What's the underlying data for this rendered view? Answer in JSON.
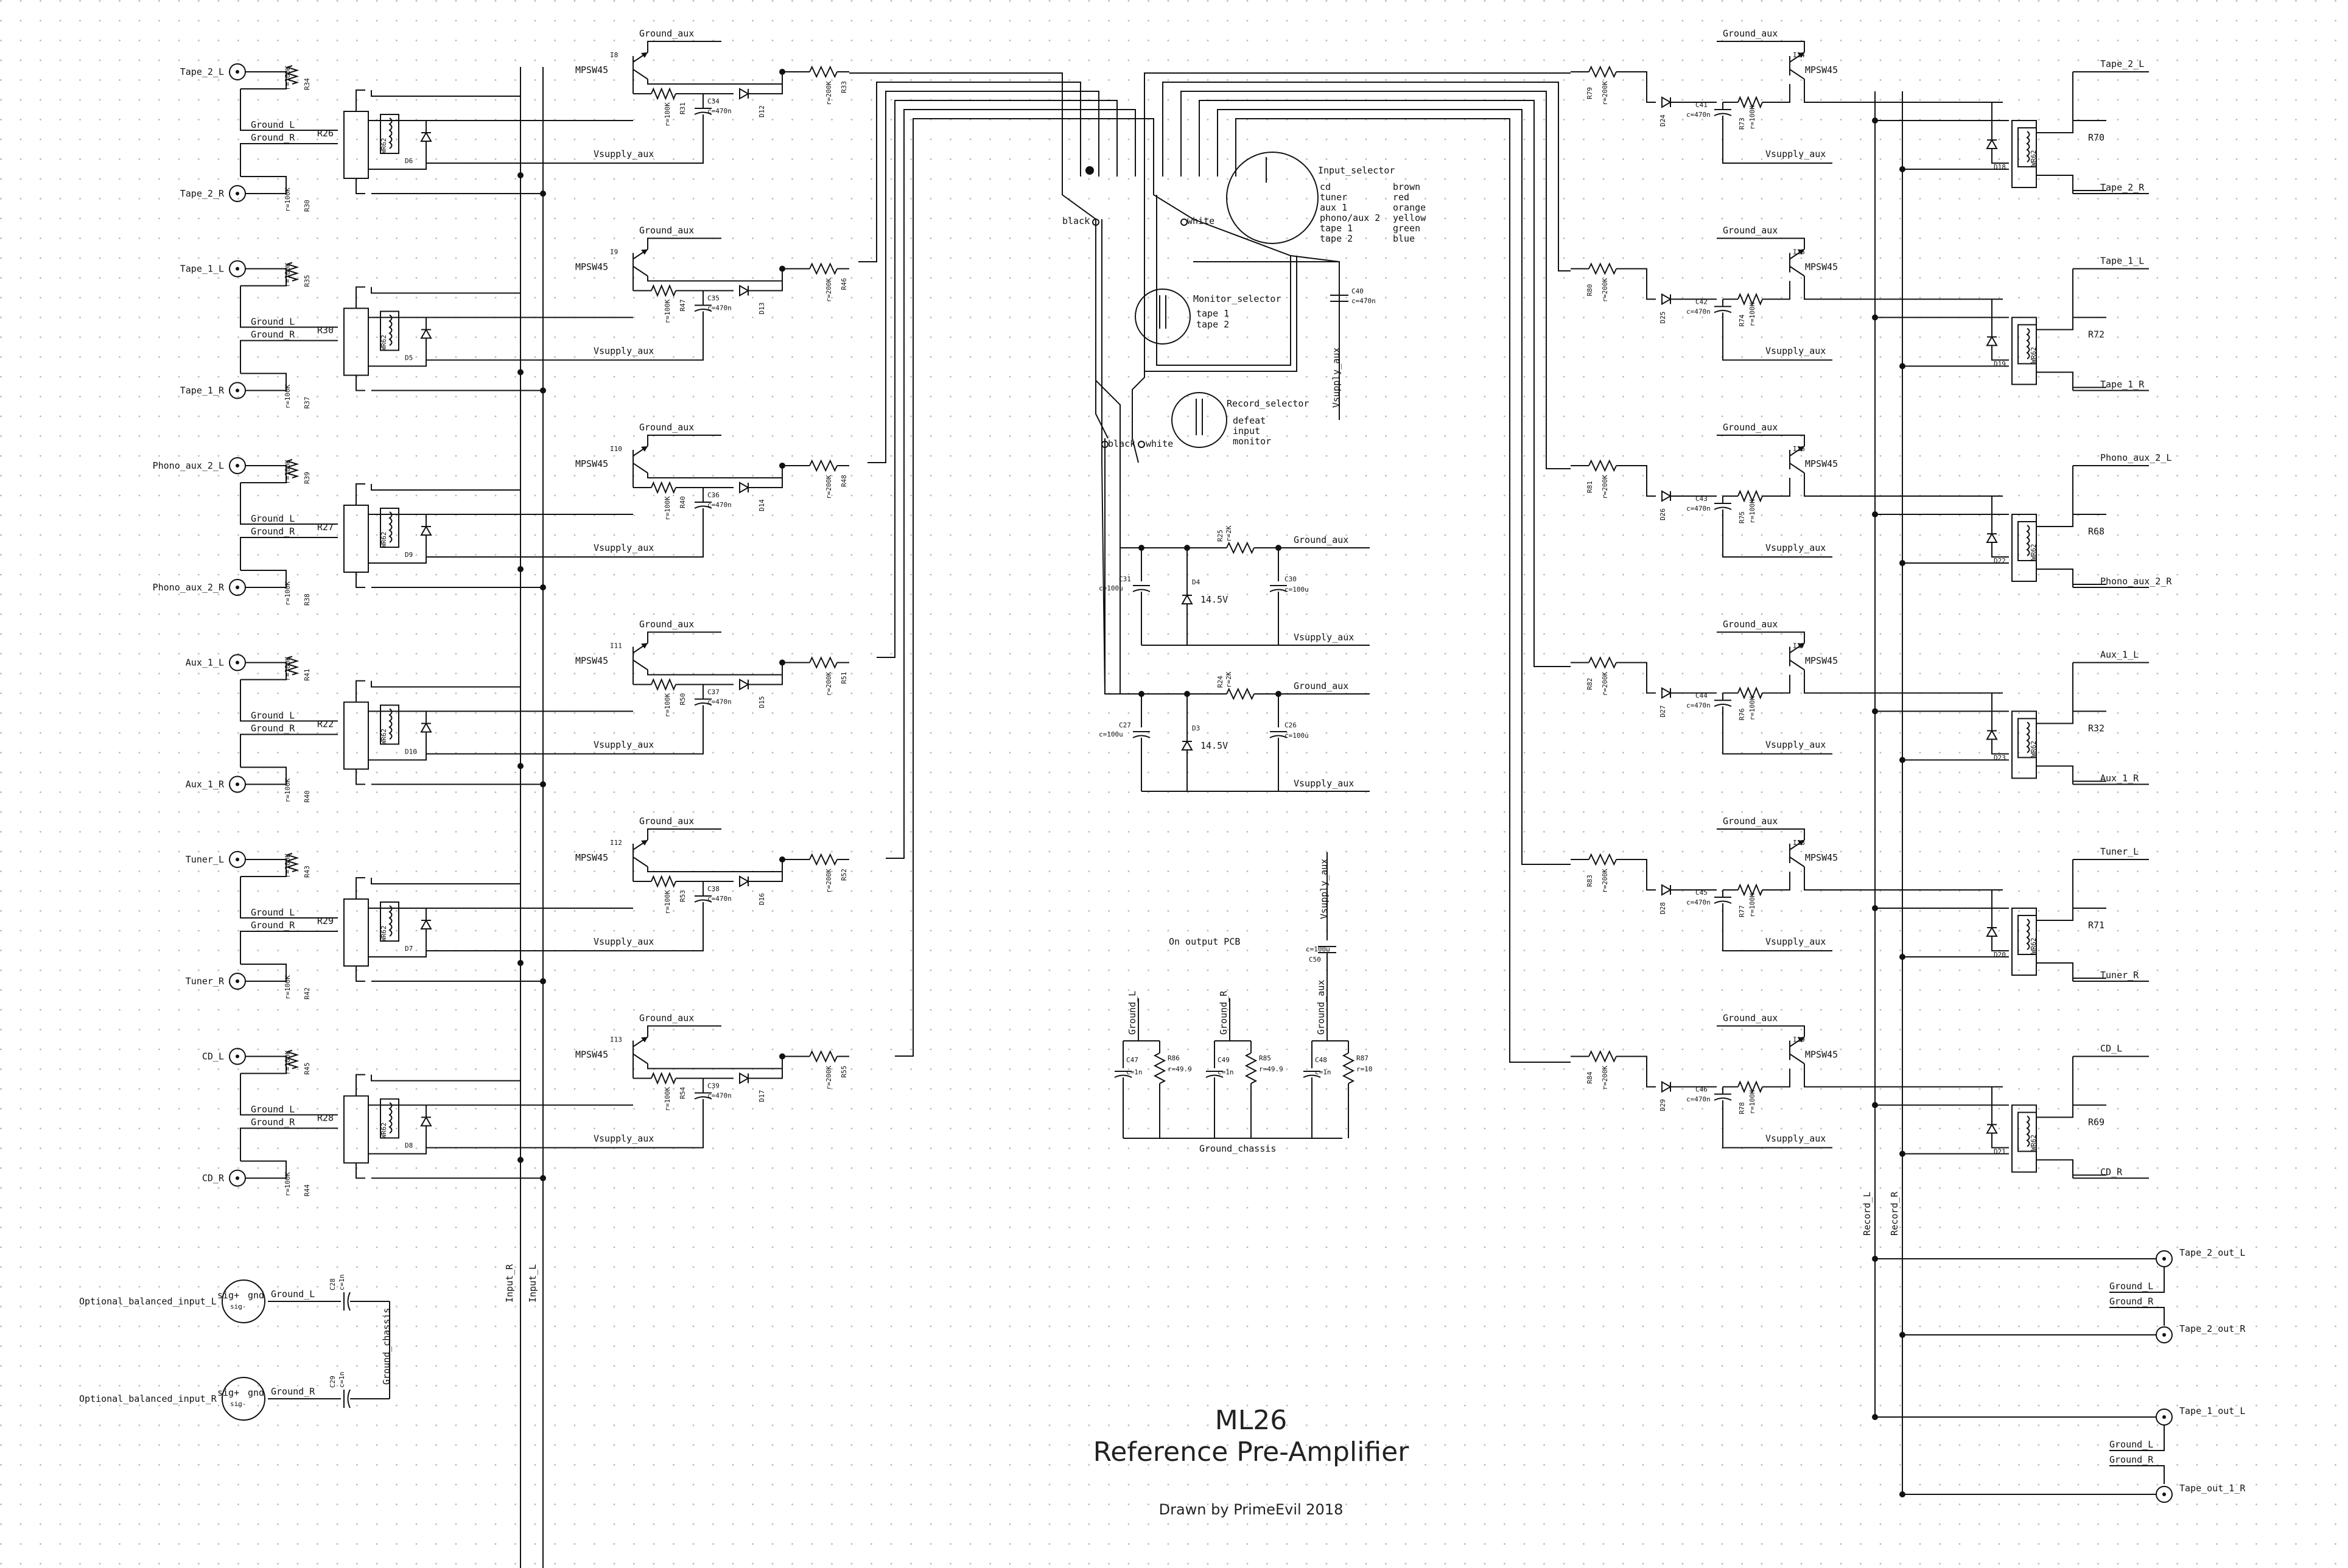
{
  "schematic": {
    "title": "ML26",
    "subtitle": "Reference Pre-Amplifier",
    "credit": "Drawn by PrimeEvil 2018",
    "gnd_aux": "Ground_aux",
    "vsup_aux": "Vsupply_aux",
    "gnd_l": "Ground_L",
    "gnd_r": "Ground_R",
    "gnd_chassis": "Ground_chassis",
    "input_l": "Input_L",
    "input_r": "Input_R",
    "record_l": "Record_L",
    "record_r": "Record_R",
    "mpsw": "MPSW45",
    "relay_type": "WR62",
    "black": "black",
    "white": "white",
    "input_stages": [
      {
        "top": "Tape_2_L",
        "bot": "Tape_2_R",
        "relay": "R26",
        "q": "I8",
        "diode": "D6",
        "rt": "R34",
        "rb": "R30",
        "rb2": "R31",
        "cap": "C34",
        "dz": "D12",
        "rs": "R33"
      },
      {
        "top": "Tape_1_L",
        "bot": "Tape_1_R",
        "relay": "R30",
        "q": "I9",
        "diode": "D5",
        "rt": "R35",
        "rb": "R37",
        "rb2": "R47",
        "cap": "C35",
        "dz": "D13",
        "rs": "R46"
      },
      {
        "top": "Phono_aux_2_L",
        "bot": "Phono_aux_2_R",
        "relay": "R27",
        "q": "I10",
        "diode": "D9",
        "rt": "R39",
        "rb": "R38",
        "rb2": "R40",
        "cap": "C36",
        "dz": "D14",
        "rs": "R48"
      },
      {
        "top": "Aux_1_L",
        "bot": "Aux_1_R",
        "relay": "R22",
        "q": "I11",
        "diode": "D10",
        "rt": "R41",
        "rb": "R40",
        "rb2": "R50",
        "cap": "C37",
        "dz": "D15",
        "rs": "R51"
      },
      {
        "top": "Tuner_L",
        "bot": "Tuner_R",
        "relay": "R29",
        "q": "I12",
        "diode": "D7",
        "rt": "R43",
        "rb": "R42",
        "rb2": "R53",
        "cap": "C38",
        "dz": "D16",
        "rs": "R52"
      },
      {
        "top": "CD_L",
        "bot": "CD_R",
        "relay": "R28",
        "q": "I13",
        "diode": "D8",
        "rt": "R45",
        "rb": "R44",
        "rb2": "R54",
        "cap": "C39",
        "dz": "D17",
        "rs": "R55"
      }
    ],
    "output_stages": [
      {
        "top": "Tape_2_L",
        "bot": "Tape_2_R",
        "relay": "R70",
        "q": "I14",
        "diode": "D18",
        "rs": "R79",
        "rb": "R73",
        "cap": "C41",
        "dz": "D24"
      },
      {
        "top": "Tape_1_L",
        "bot": "Tape_1_R",
        "relay": "R72",
        "q": "I15",
        "diode": "D19",
        "rs": "R80",
        "rb": "R74",
        "cap": "C42",
        "dz": "D25"
      },
      {
        "top": "Phono_aux_2_L",
        "bot": "Phono_aux_2_R",
        "relay": "R68",
        "q": "I16",
        "diode": "D22",
        "rs": "R81",
        "rb": "R75",
        "cap": "C43",
        "dz": "D26"
      },
      {
        "top": "Aux_1_L",
        "bot": "Aux_1_R",
        "relay": "R32",
        "q": "I17",
        "diode": "D23",
        "rs": "R82",
        "rb": "R76",
        "cap": "C44",
        "dz": "D27"
      },
      {
        "top": "Tuner_L",
        "bot": "Tuner_R",
        "relay": "R71",
        "q": "I18",
        "diode": "D20",
        "rs": "R83",
        "rb": "R77",
        "cap": "C45",
        "dz": "D28"
      },
      {
        "top": "CD_L",
        "bot": "CD_R",
        "relay": "R69",
        "q": "I19",
        "diode": "D21",
        "rs": "R84",
        "rb": "R78",
        "cap": "C46",
        "dz": "D29"
      }
    ],
    "val_100k": "r=100K",
    "val_200k": "r=200K",
    "val_470n": "c=470n",
    "val_100u": "c=100u",
    "val_2k": "r=2K",
    "val_1n": "c=1n",
    "val_49": "r=49.9",
    "val_10": "r=10",
    "zener_v": "14.5V",
    "input_selector": {
      "title": "Input_selector",
      "rows": [
        {
          "name": "cd",
          "color": "brown"
        },
        {
          "name": "tuner",
          "color": "red"
        },
        {
          "name": "aux 1",
          "color": "orange"
        },
        {
          "name": "phono/aux 2",
          "color": "yellow"
        },
        {
          "name": "tape 1",
          "color": "green"
        },
        {
          "name": "tape 2",
          "color": "blue"
        }
      ]
    },
    "monitor_selector": {
      "title": "Monitor_selector",
      "opt1": "tape 1",
      "opt2": "tape 2"
    },
    "record_selector": {
      "title": "Record_selector",
      "opt1": "defeat",
      "opt2": "input",
      "opt3": "monitor"
    },
    "c40": "C40",
    "supply1": {
      "r": "R25",
      "c1": "C31",
      "c2": "C30",
      "d": "D4"
    },
    "supply2": {
      "r": "R24",
      "c1": "C27",
      "c2": "C26",
      "d": "D3"
    },
    "output_pcb": {
      "caption": "On output PCB",
      "c50": "C50",
      "c47": "C47",
      "r86": "R86",
      "c49": "C49",
      "r85": "R85",
      "c48": "C48",
      "r87": "R87"
    },
    "balanced": [
      {
        "name": "Optional_balanced_input_L",
        "gnd": "Ground_L",
        "cap": "C28"
      },
      {
        "name": "Optional_balanced_input_R",
        "gnd": "Ground_R",
        "cap": "C29"
      }
    ],
    "sig_plus": "sig+",
    "gnd": "gnd",
    "sig_minus": "sig-",
    "tape_out": [
      "Tape_2_out_L",
      "Tape_2_out_R",
      "Tape_1_out_L",
      "Tape_out_1_R"
    ]
  }
}
